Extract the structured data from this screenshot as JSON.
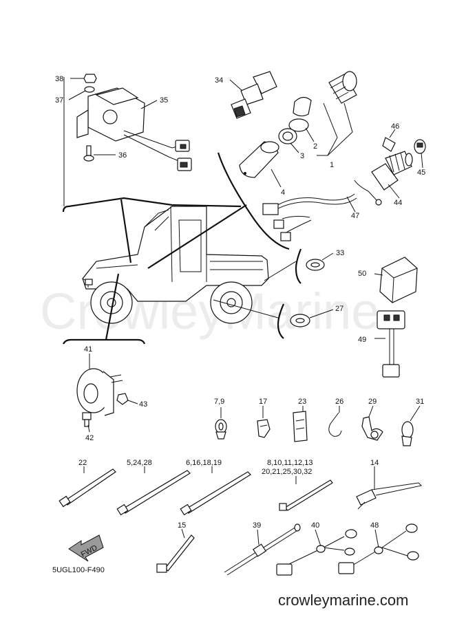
{
  "watermark": "CrowleyMarine",
  "footer": "crowleymarine.com",
  "diagram_code": "5UGL100-F490",
  "fwd_label": "FWD",
  "callouts": {
    "c1": "1",
    "c2": "2",
    "c3": "3",
    "c4": "4",
    "c22": "22",
    "c5_24_28": "5,24,28",
    "c6_16_18_19": "6,16,18,19",
    "c7_9": "7,9",
    "c8_10_11_12_13": "8,10,11,12,13",
    "c20_21_25_30_32": "20,21,25,30,32",
    "c14": "14",
    "c15": "15",
    "c17": "17",
    "c23": "23",
    "c26": "26",
    "c27": "27",
    "c29": "29",
    "c31": "31",
    "c33": "33",
    "c34": "34",
    "c35": "35",
    "c36": "36",
    "c37": "37",
    "c38": "38",
    "c39": "39",
    "c40": "40",
    "c41": "41",
    "c42": "42",
    "c43": "43",
    "c44": "44",
    "c45": "45",
    "c46": "46",
    "c47": "47",
    "c48": "48",
    "c49": "49",
    "c50": "50"
  }
}
